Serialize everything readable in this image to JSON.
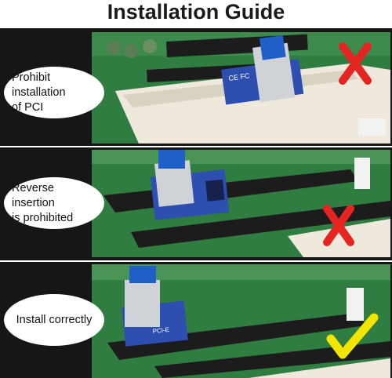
{
  "title": "Installation Guide",
  "steps": [
    {
      "caption_lines": [
        "Prohibit installation",
        "of PCI"
      ],
      "verdict": "wrong",
      "mark_icon": "red-x-icon",
      "mark_color": "#e52521"
    },
    {
      "caption_lines": [
        "Reverse insertion",
        "is prohibited"
      ],
      "verdict": "wrong",
      "mark_icon": "red-x-icon",
      "mark_color": "#e52521"
    },
    {
      "caption_lines": [
        "Install correctly"
      ],
      "verdict": "correct",
      "mark_icon": "yellow-check-icon",
      "mark_color": "#f2e600"
    }
  ],
  "colors": {
    "board": "#2d7a3e",
    "slot_dark": "#1c1c1c",
    "slot_white": "#eee9dc",
    "card_blue": "#2f4fb0",
    "usb_blue": "#1f5fc8"
  }
}
